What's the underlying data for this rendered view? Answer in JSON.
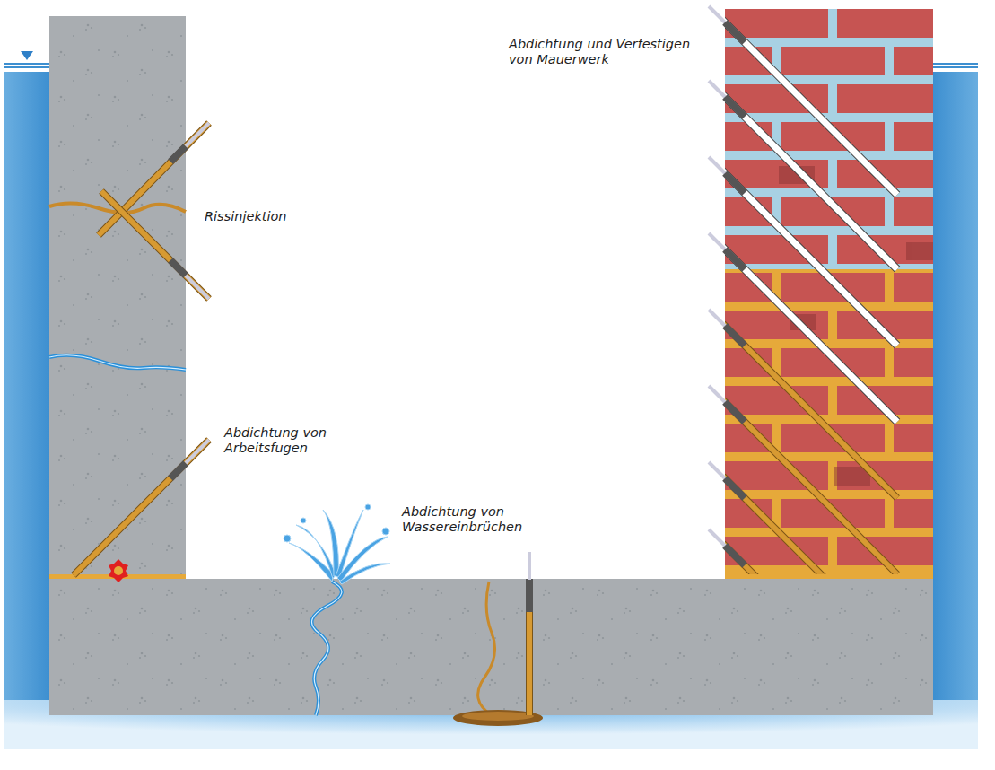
{
  "diagram": {
    "labels": [
      "Rissinjektion",
      "Abdichtung von Arbeitsfugen",
      "Abdichtung von Wassereinbrüchen",
      "Abdichtung und Verfestigen von Mauerwerk"
    ]
  }
}
